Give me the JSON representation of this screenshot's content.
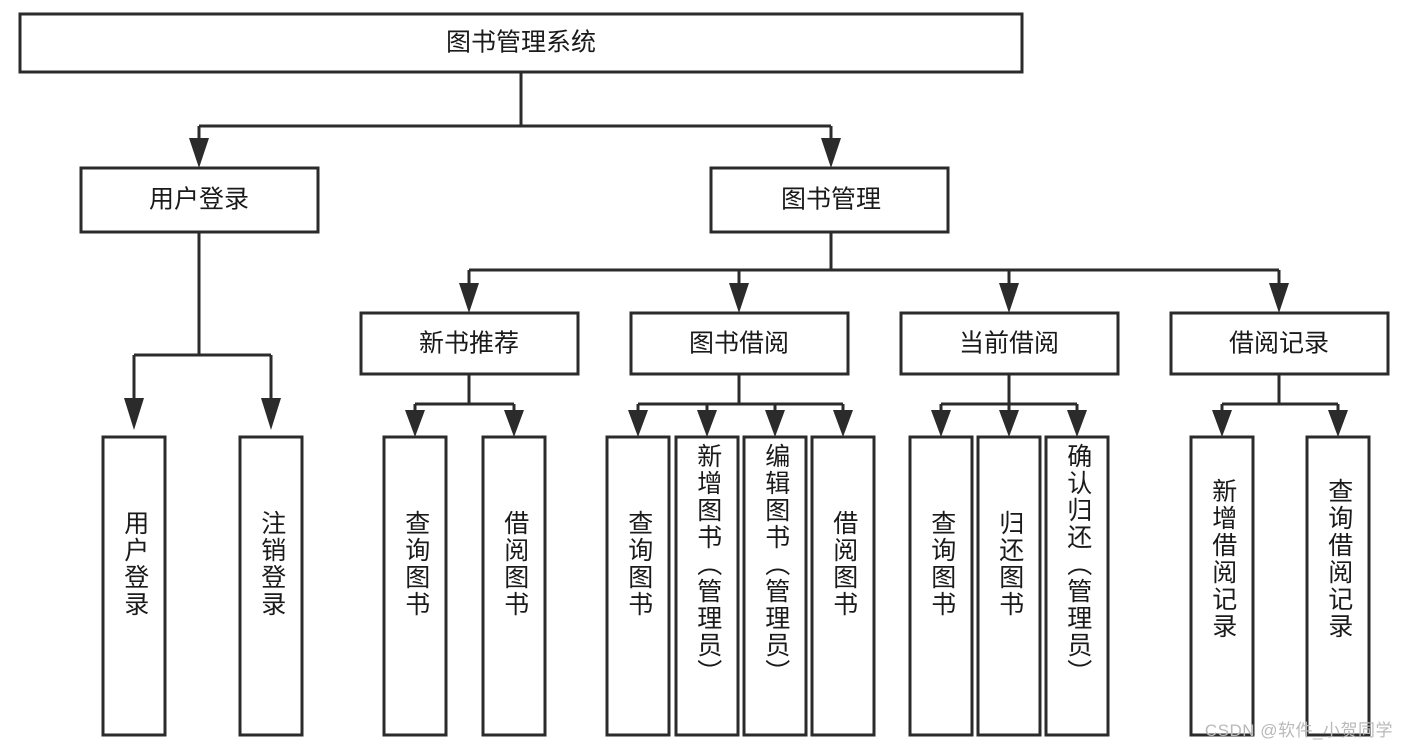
{
  "diagram": {
    "type": "tree-hierarchy",
    "orientation": "top-down",
    "root": {
      "id": "root",
      "label": "图书管理系统"
    },
    "level2": [
      {
        "id": "user-login",
        "label": "用户登录"
      },
      {
        "id": "book-manage",
        "label": "图书管理"
      }
    ],
    "level3": [
      {
        "id": "new-book-rec",
        "label": "新书推荐",
        "parent": "book-manage"
      },
      {
        "id": "book-borrow",
        "label": "图书借阅",
        "parent": "book-manage"
      },
      {
        "id": "current-borrow",
        "label": "当前借阅",
        "parent": "book-manage"
      },
      {
        "id": "borrow-record",
        "label": "借阅记录",
        "parent": "book-manage"
      }
    ],
    "leaves": [
      {
        "id": "leaf-user-login",
        "label": "用户登录",
        "parent": "user-login"
      },
      {
        "id": "leaf-user-logout",
        "label": "注销登录",
        "parent": "user-login"
      },
      {
        "id": "leaf-rec-query",
        "label": "查询图书",
        "parent": "new-book-rec"
      },
      {
        "id": "leaf-rec-borrow",
        "label": "借阅图书",
        "parent": "new-book-rec"
      },
      {
        "id": "leaf-borrow-query",
        "label": "查询图书",
        "parent": "book-borrow"
      },
      {
        "id": "leaf-borrow-add",
        "label": "新增图书（管理员）",
        "parent": "book-borrow"
      },
      {
        "id": "leaf-borrow-edit",
        "label": "编辑图书（管理员）",
        "parent": "book-borrow"
      },
      {
        "id": "leaf-borrow-do",
        "label": "借阅图书",
        "parent": "book-borrow"
      },
      {
        "id": "leaf-cur-query",
        "label": "查询图书",
        "parent": "current-borrow"
      },
      {
        "id": "leaf-cur-return",
        "label": "归还图书",
        "parent": "current-borrow"
      },
      {
        "id": "leaf-cur-confirm",
        "label": "确认归还（管理员）",
        "parent": "current-borrow"
      },
      {
        "id": "leaf-rec-add",
        "label": "新增借阅记录",
        "parent": "borrow-record"
      },
      {
        "id": "leaf-rec-query2",
        "label": "查询借阅记录",
        "parent": "borrow-record"
      }
    ],
    "colors": {
      "stroke": "#2b2b2b",
      "fill": "#ffffff",
      "text": "#1a1a1a",
      "watermark": "#b9b9b9"
    }
  },
  "watermark": {
    "text": "CSDN @软件_小贺同学"
  }
}
